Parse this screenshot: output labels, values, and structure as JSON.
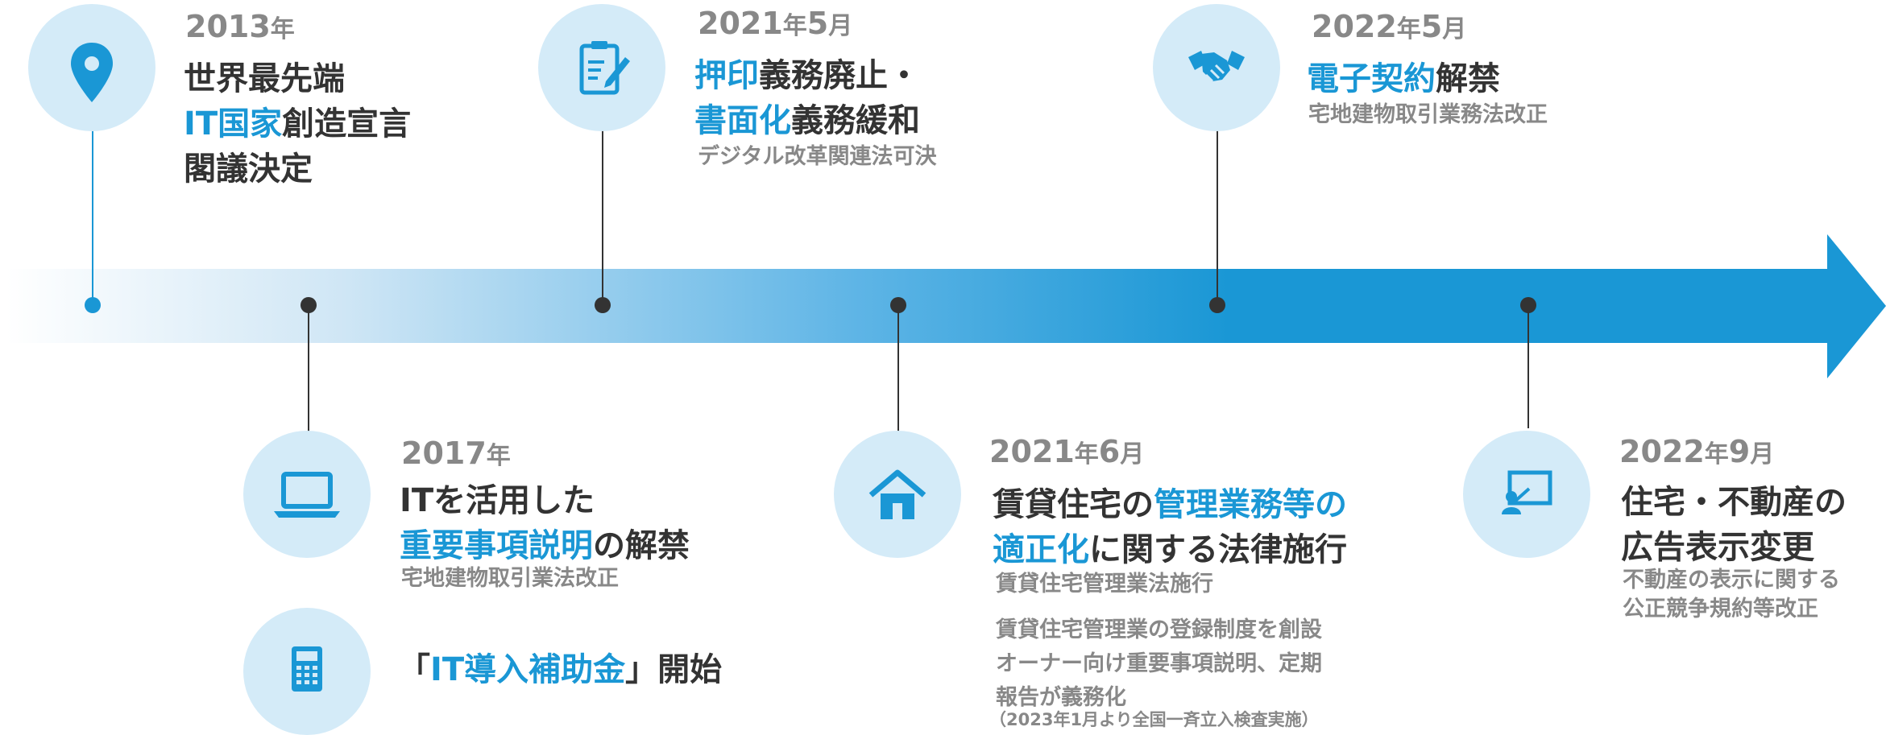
{
  "colors": {
    "accent": "#1a97d5",
    "dark": "#333333",
    "gray": "#888888",
    "circle_bg": "#d4ebf8"
  },
  "events": [
    {
      "id": "2013",
      "year": "2013",
      "unit": "年",
      "icon": "location-pin-icon",
      "title_lines": [
        [
          {
            "t": "世界最先端"
          }
        ],
        [
          {
            "t": "IT国家",
            "hl": true
          },
          {
            "t": "創造宣言"
          }
        ],
        [
          {
            "t": "閣議決定"
          }
        ]
      ]
    },
    {
      "id": "2017",
      "year": "2017",
      "unit": "年",
      "icon": "laptop-icon",
      "title_lines": [
        [
          {
            "t": "ITを活用した"
          }
        ],
        [
          {
            "t": "重要事項説明",
            "hl": true
          },
          {
            "t": "の解禁"
          }
        ]
      ],
      "sub": "宅地建物取引業法改正"
    },
    {
      "id": "2017b",
      "icon": "calculator-icon",
      "title_lines": [
        [
          {
            "t": "「"
          },
          {
            "t": "IT導入補助金",
            "hl": true
          },
          {
            "t": "」開始"
          }
        ]
      ]
    },
    {
      "id": "2021-5",
      "year": "2021",
      "unit": "年",
      "month": "5",
      "munit": "月",
      "icon": "clipboard-edit-icon",
      "title_lines": [
        [
          {
            "t": "押印",
            "hl": true
          },
          {
            "t": "義務廃止・"
          }
        ],
        [
          {
            "t": "書面化",
            "hl": true
          },
          {
            "t": "義務緩和"
          }
        ]
      ],
      "sub": "デジタル改革関連法可決"
    },
    {
      "id": "2021-6",
      "year": "2021",
      "unit": "年",
      "month": "6",
      "munit": "月",
      "icon": "house-icon",
      "title_lines": [
        [
          {
            "t": "賃貸住宅の"
          },
          {
            "t": "管理業務等の",
            "hl": true
          }
        ],
        [
          {
            "t": "適正化",
            "hl": true
          },
          {
            "t": "に関する法律施行"
          }
        ]
      ],
      "sub": "賃貸住宅管理業法施行",
      "notes": [
        "賃貸住宅管理業の登録制度を創設",
        "オーナー向け重要事項説明、定期",
        "報告が義務化"
      ],
      "note_small": "（2023年1月より全国一斉立入検査実施）"
    },
    {
      "id": "2022-5",
      "year": "2022",
      "unit": "年",
      "month": "5",
      "munit": "月",
      "icon": "handshake-icon",
      "title_lines": [
        [
          {
            "t": "電子契約",
            "hl": true
          },
          {
            "t": "解禁"
          }
        ]
      ],
      "sub": "宅地建物取引業務法改正"
    },
    {
      "id": "2022-9",
      "year": "2022",
      "unit": "年",
      "month": "9",
      "munit": "月",
      "icon": "presentation-icon",
      "title_lines": [
        [
          {
            "t": "住宅・不動産の"
          }
        ],
        [
          {
            "t": "広告表示変更"
          }
        ]
      ],
      "sub_lines": [
        "不動産の表示に関する",
        "公正競争規約等改正"
      ]
    }
  ]
}
